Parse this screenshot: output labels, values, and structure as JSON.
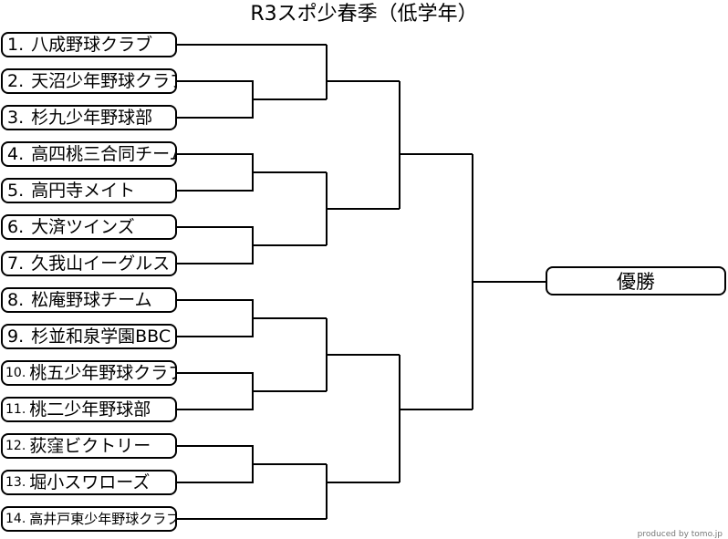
{
  "title": "R3スポ少春季（低学年）",
  "teams": [
    {
      "num": "1.",
      "name": "八成野球クラブ"
    },
    {
      "num": "2.",
      "name": "天沼少年野球クラブ"
    },
    {
      "num": "3.",
      "name": "杉九少年野球部"
    },
    {
      "num": "4.",
      "name": "高四桃三合同チーム"
    },
    {
      "num": "5.",
      "name": "高円寺メイト"
    },
    {
      "num": "6.",
      "name": "大済ツインズ"
    },
    {
      "num": "7.",
      "name": "久我山イーグルス"
    },
    {
      "num": "8.",
      "name": "松庵野球チーム"
    },
    {
      "num": "9.",
      "name": "杉並和泉学園BBC"
    },
    {
      "num": "10.",
      "name": "桃五少年野球クラブ"
    },
    {
      "num": "11.",
      "name": "桃二少年野球部"
    },
    {
      "num": "12.",
      "name": "荻窪ビクトリー"
    },
    {
      "num": "13.",
      "name": "堀小スワローズ"
    },
    {
      "num": "14.",
      "name": "高井戸東少年野球クラブ"
    }
  ],
  "champion_label": "優勝",
  "credit": "produced by tomo.jp"
}
